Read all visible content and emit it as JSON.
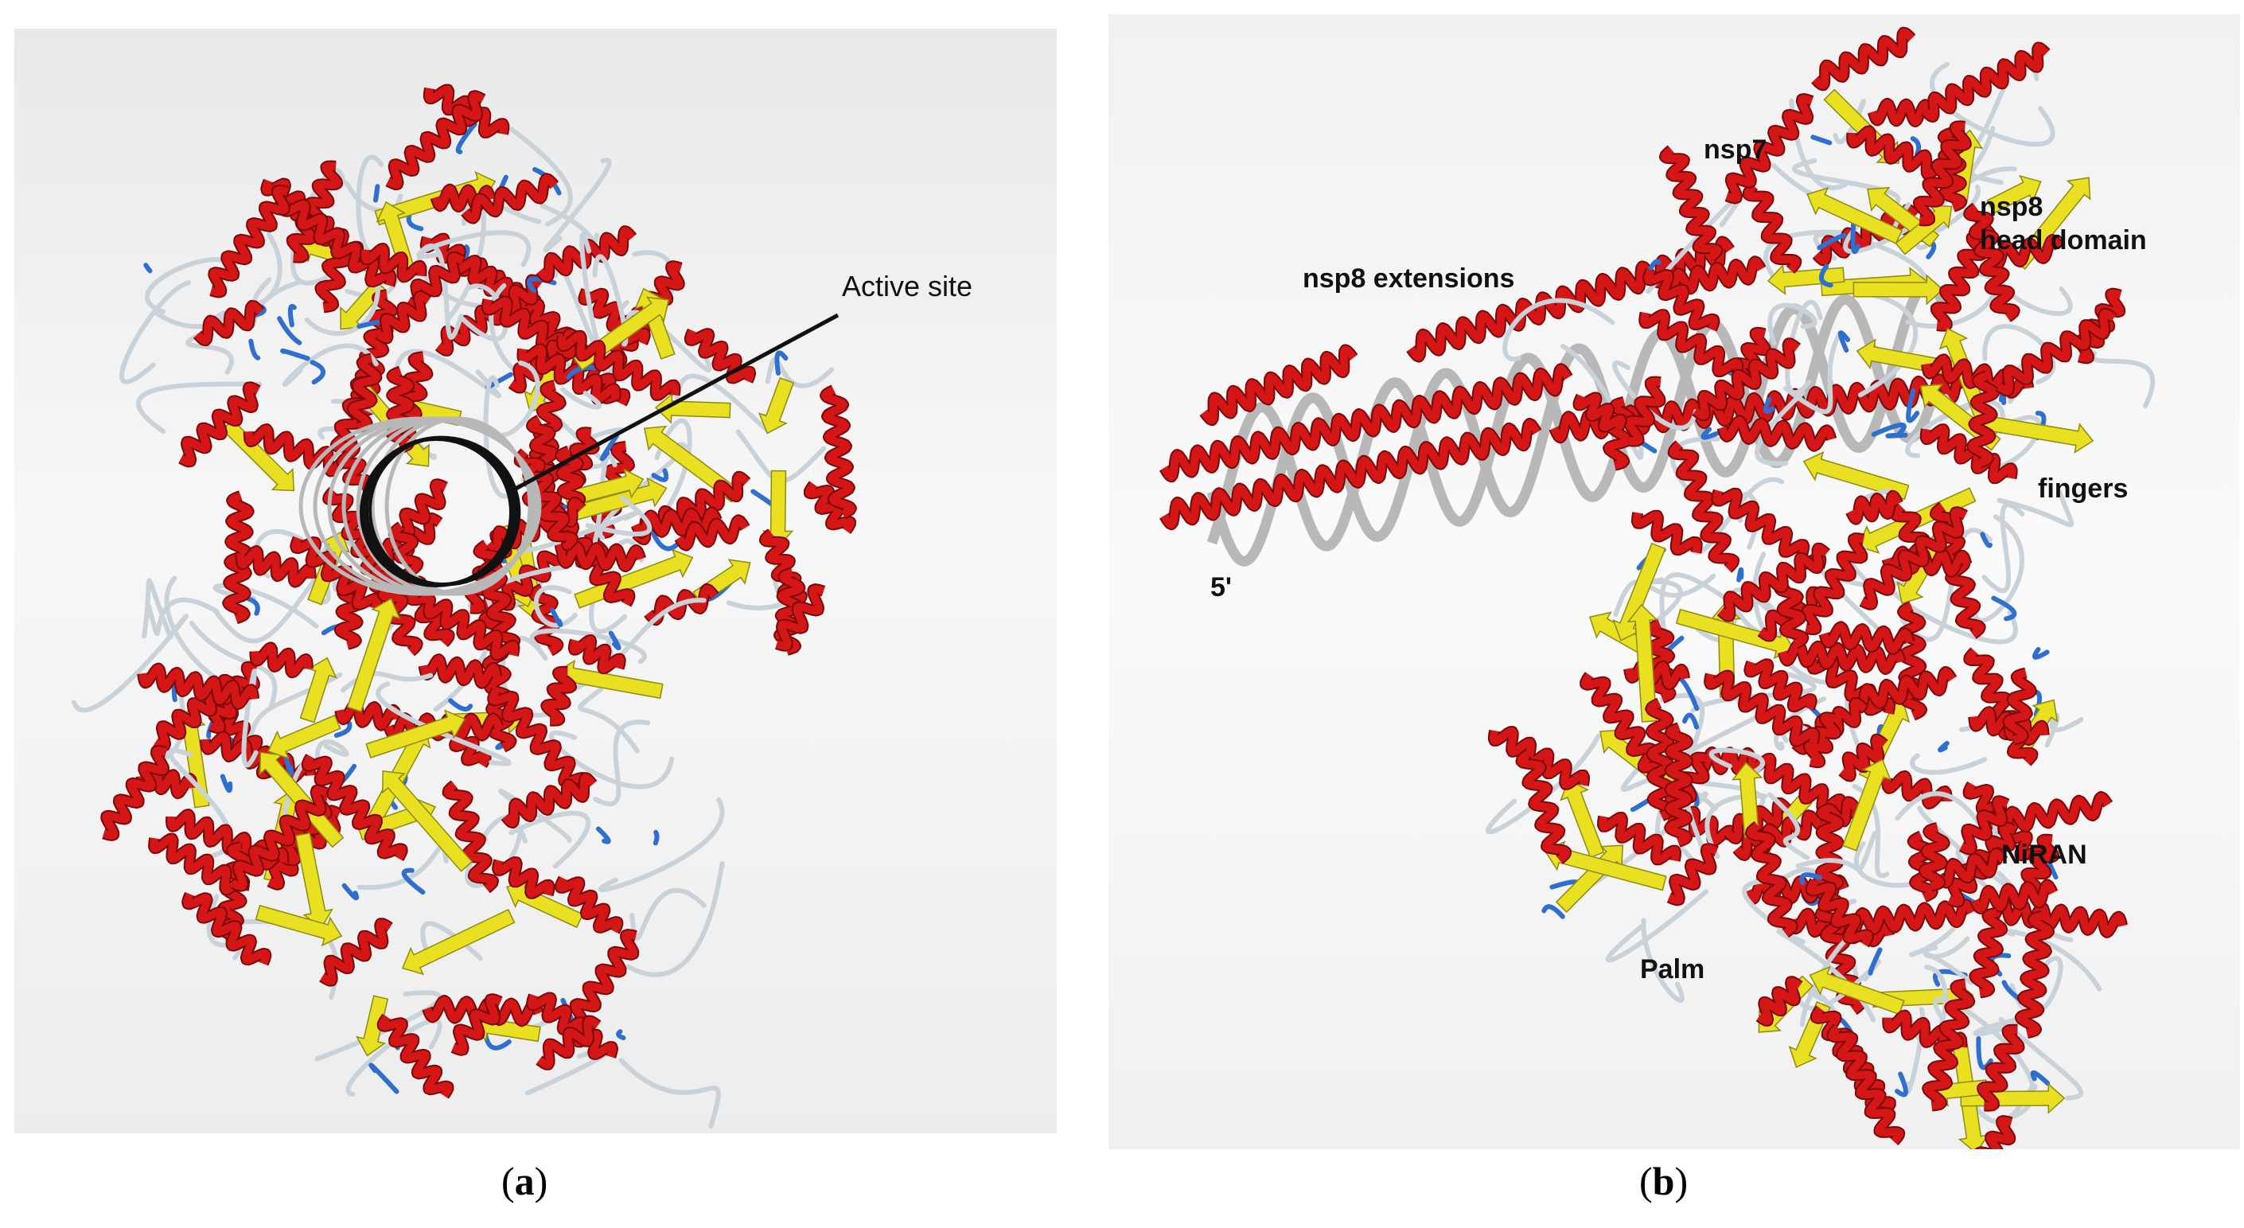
{
  "panel_a": {
    "label_active_site": "Active site",
    "caption_open": "(",
    "caption_letter": "a",
    "caption_close": ")"
  },
  "panel_b": {
    "labels": {
      "nsp7": "nsp7",
      "nsp8_head_1": "nsp8",
      "nsp8_head_2": "head domain",
      "nsp8_extensions": "nsp8 extensions",
      "five_prime": "5'",
      "fingers": "fingers",
      "niran": "NiRAN",
      "palm": "Palm"
    },
    "caption_open": "(",
    "caption_letter": "b",
    "caption_close": ")"
  },
  "colors": {
    "helix": "#d41616",
    "sheet": "#e8e020",
    "coil": "#c9d2d8",
    "turn": "#2f6fd0",
    "rna": "#b8b8b8",
    "circle": "#111111"
  },
  "icons": [
    "protein-ribbon-structure",
    "rna-helix",
    "active-site-circle"
  ]
}
